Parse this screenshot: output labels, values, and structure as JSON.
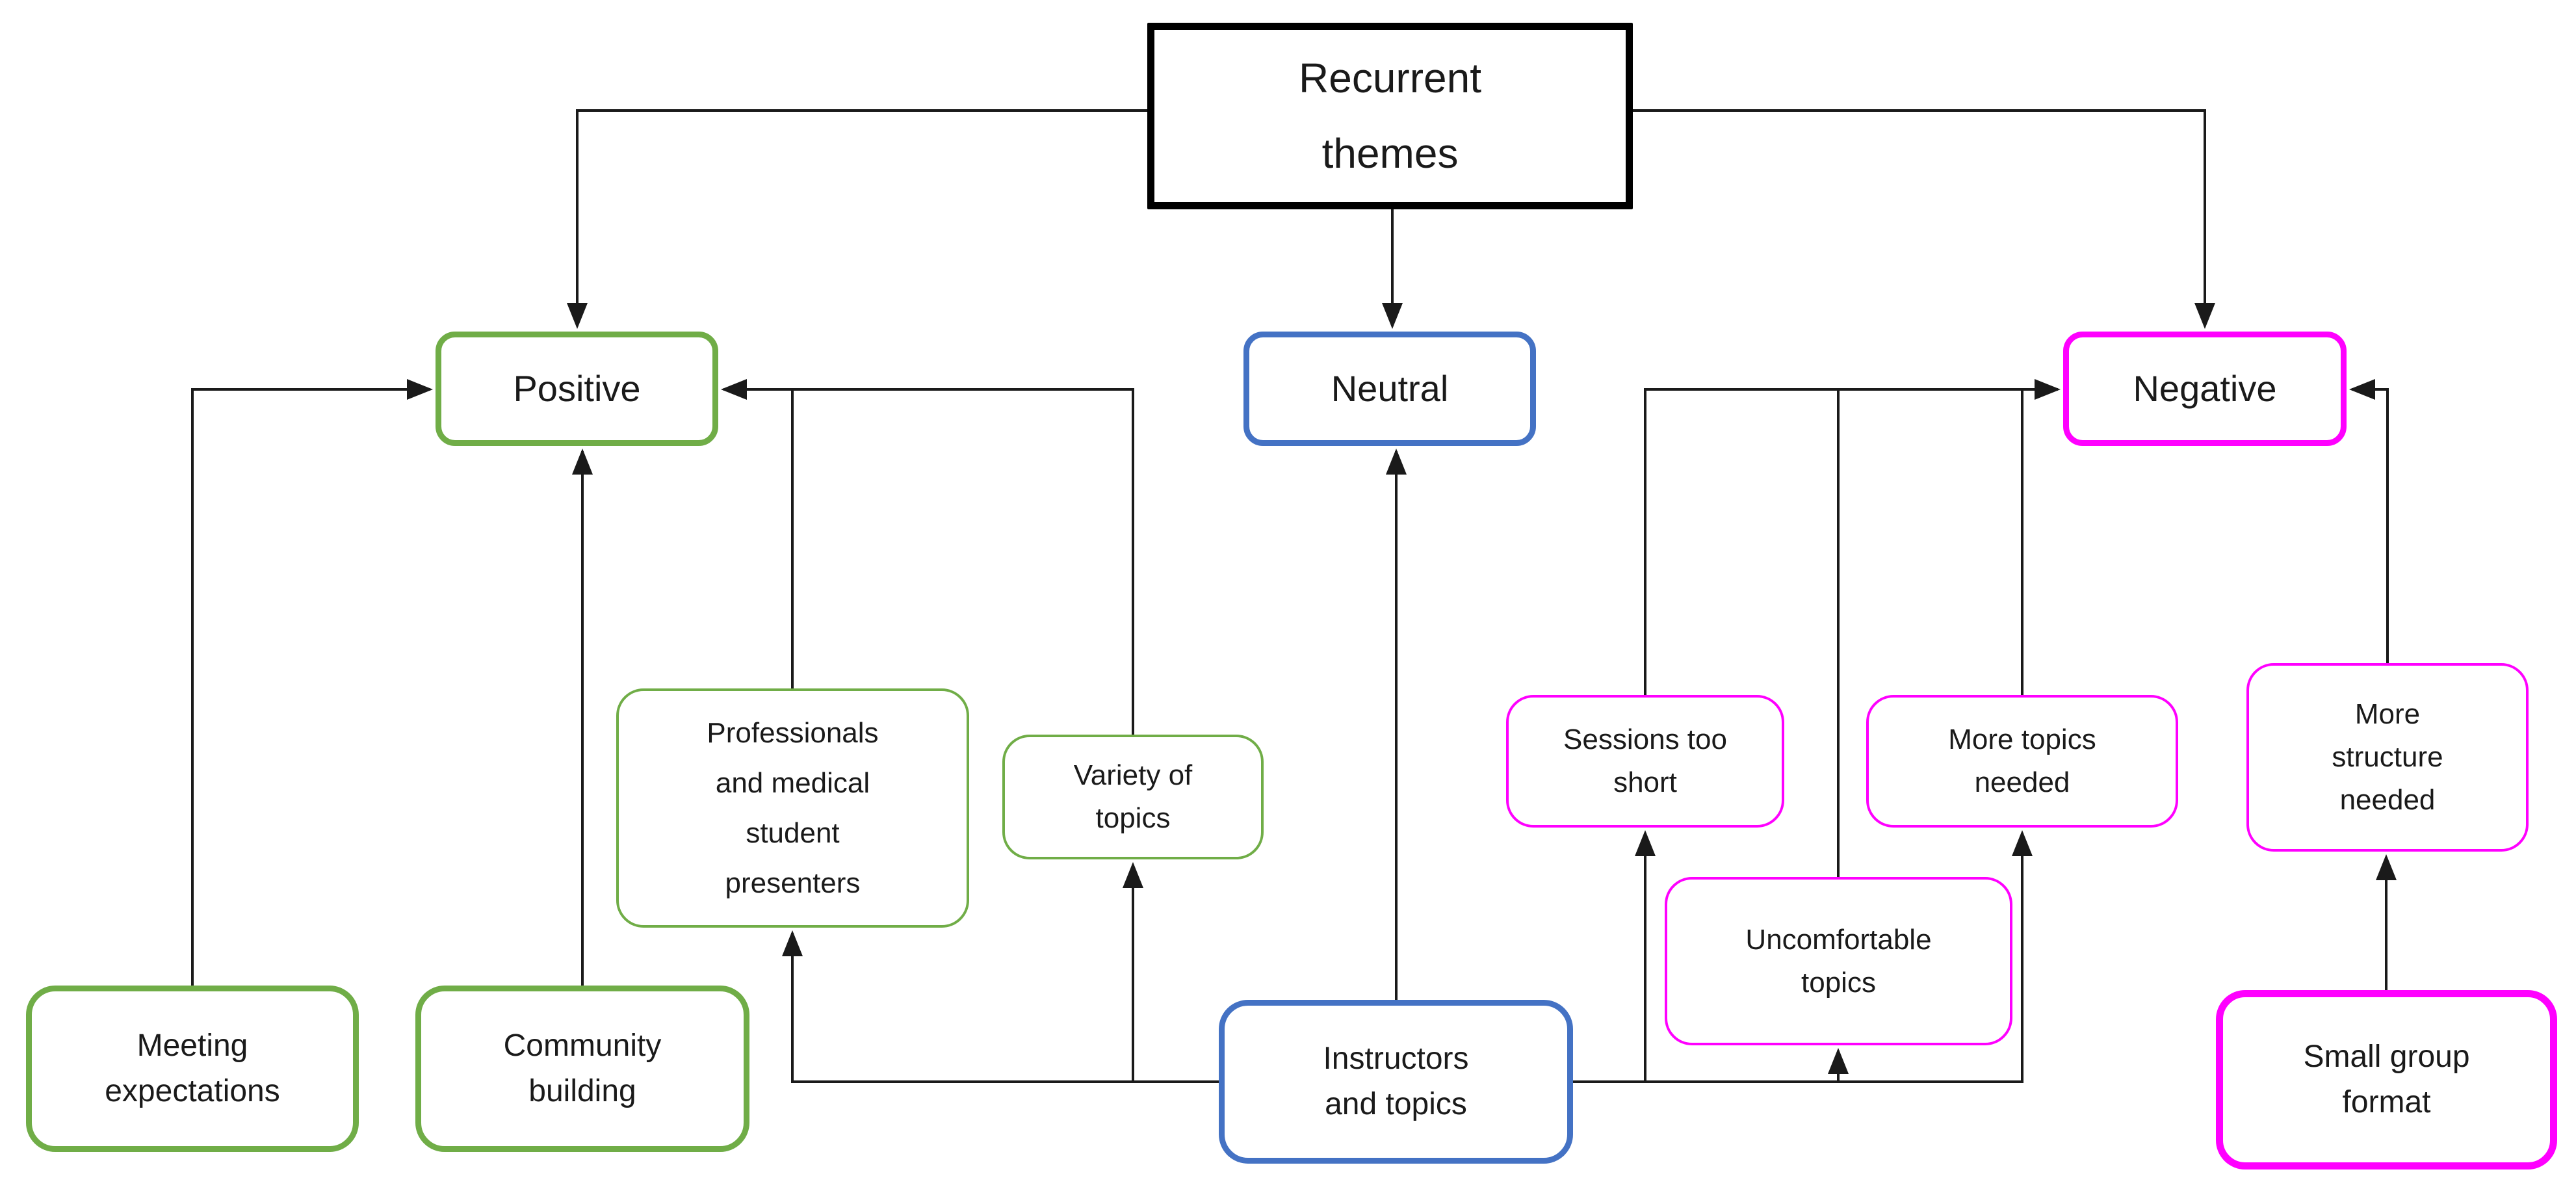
{
  "diagram": {
    "type": "theme-flowchart",
    "colors": {
      "root_border": "#000000",
      "positive": "#70AD47",
      "neutral": "#4472C4",
      "negative": "#FF00FF",
      "connector": "#1A1A1A",
      "text": "#1A1A1A",
      "background": "#FFFFFF"
    },
    "nodes": {
      "recurrent": {
        "label": "Recurrent\nthemes",
        "role": "root"
      },
      "positive": {
        "label": "Positive",
        "role": "category"
      },
      "neutral": {
        "label": "Neutral",
        "role": "category"
      },
      "negative": {
        "label": "Negative",
        "role": "category"
      },
      "meeting_expectations": {
        "label": "Meeting\nexpectations",
        "role": "positive-subtheme"
      },
      "community_building": {
        "label": "Community\nbuilding",
        "role": "positive-subtheme"
      },
      "professionals": {
        "label": "Professionals\nand medical\nstudent\npresenters",
        "role": "positive-subtheme"
      },
      "variety_of_topics": {
        "label": "Variety of\ntopics",
        "role": "positive-subtheme"
      },
      "instructors_and_topics": {
        "label": "Instructors\nand topics",
        "role": "neutral-subtheme"
      },
      "sessions_too_short": {
        "label": "Sessions too\nshort",
        "role": "negative-subtheme"
      },
      "uncomfortable_topics": {
        "label": "Uncomfortable\ntopics",
        "role": "negative-subtheme"
      },
      "more_topics_needed": {
        "label": "More topics\nneeded",
        "role": "negative-subtheme"
      },
      "more_structure_needed": {
        "label": "More\nstructure\nneeded",
        "role": "negative-subtheme"
      },
      "small_group_format": {
        "label": "Small group\nformat",
        "role": "negative-subtheme"
      }
    },
    "edges": [
      {
        "from": "recurrent",
        "to": "positive"
      },
      {
        "from": "recurrent",
        "to": "neutral"
      },
      {
        "from": "recurrent",
        "to": "negative"
      },
      {
        "from": "meeting_expectations",
        "to": "positive"
      },
      {
        "from": "community_building",
        "to": "positive"
      },
      {
        "from": "professionals",
        "to": "positive"
      },
      {
        "from": "variety_of_topics",
        "to": "positive"
      },
      {
        "from": "instructors_and_topics",
        "to": "neutral"
      },
      {
        "from": "instructors_and_topics",
        "to": "professionals"
      },
      {
        "from": "instructors_and_topics",
        "to": "variety_of_topics"
      },
      {
        "from": "instructors_and_topics",
        "to": "sessions_too_short"
      },
      {
        "from": "instructors_and_topics",
        "to": "uncomfortable_topics"
      },
      {
        "from": "instructors_and_topics",
        "to": "more_topics_needed"
      },
      {
        "from": "sessions_too_short",
        "to": "negative"
      },
      {
        "from": "uncomfortable_topics",
        "to": "negative"
      },
      {
        "from": "more_topics_needed",
        "to": "negative"
      },
      {
        "from": "more_structure_needed",
        "to": "negative"
      },
      {
        "from": "small_group_format",
        "to": "more_structure_needed"
      }
    ]
  }
}
